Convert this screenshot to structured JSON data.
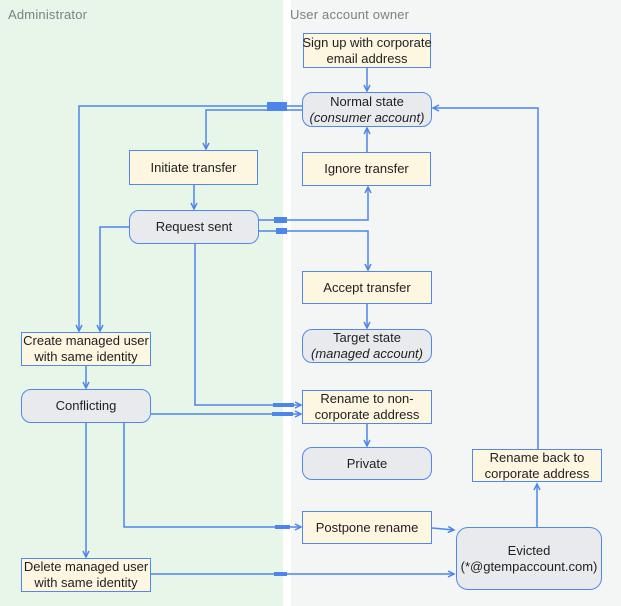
{
  "lanes": {
    "admin": {
      "label": "Administrator"
    },
    "owner": {
      "label": "User account owner"
    }
  },
  "colors": {
    "edge_blue": "#4d85ec",
    "box_border_blue": "#5188ee",
    "action_fill_yellow": "#fdf6e0",
    "state_fill_gray": "#e8eaed",
    "admin_lane_green": "#e8f5e9",
    "owner_lane_gray": "#f4f5f5",
    "lane_label_gray": "#7c8086"
  },
  "nodes": {
    "signup": {
      "type": "action",
      "line1": "Sign up with corporate",
      "line2": "email address"
    },
    "normal": {
      "type": "state",
      "line1": "Normal state",
      "line2": "(consumer account)"
    },
    "initiate": {
      "type": "action",
      "line1": "Initiate transfer"
    },
    "ignore": {
      "type": "action",
      "line1": "Ignore transfer"
    },
    "request": {
      "type": "state",
      "line1": "Request sent"
    },
    "accept": {
      "type": "action",
      "line1": "Accept transfer"
    },
    "target": {
      "type": "state",
      "line1": "Target state",
      "line2": "(managed account)"
    },
    "create": {
      "type": "action",
      "line1": "Create managed user",
      "line2": "with same identity"
    },
    "conflicting": {
      "type": "state",
      "line1": "Conflicting"
    },
    "renamenon": {
      "type": "action",
      "line1": "Rename to non-",
      "line2": "corporate address"
    },
    "private": {
      "type": "state",
      "line1": "Private"
    },
    "renameback": {
      "type": "action",
      "line1": "Rename back to",
      "line2": "corporate address"
    },
    "postpone": {
      "type": "action",
      "line1": "Postpone rename"
    },
    "evicted": {
      "type": "state",
      "line1": "Evicted",
      "line2": "(*@gtempaccount.com)"
    },
    "delete": {
      "type": "action",
      "line1": "Delete managed user",
      "line2": "with same identity"
    }
  }
}
